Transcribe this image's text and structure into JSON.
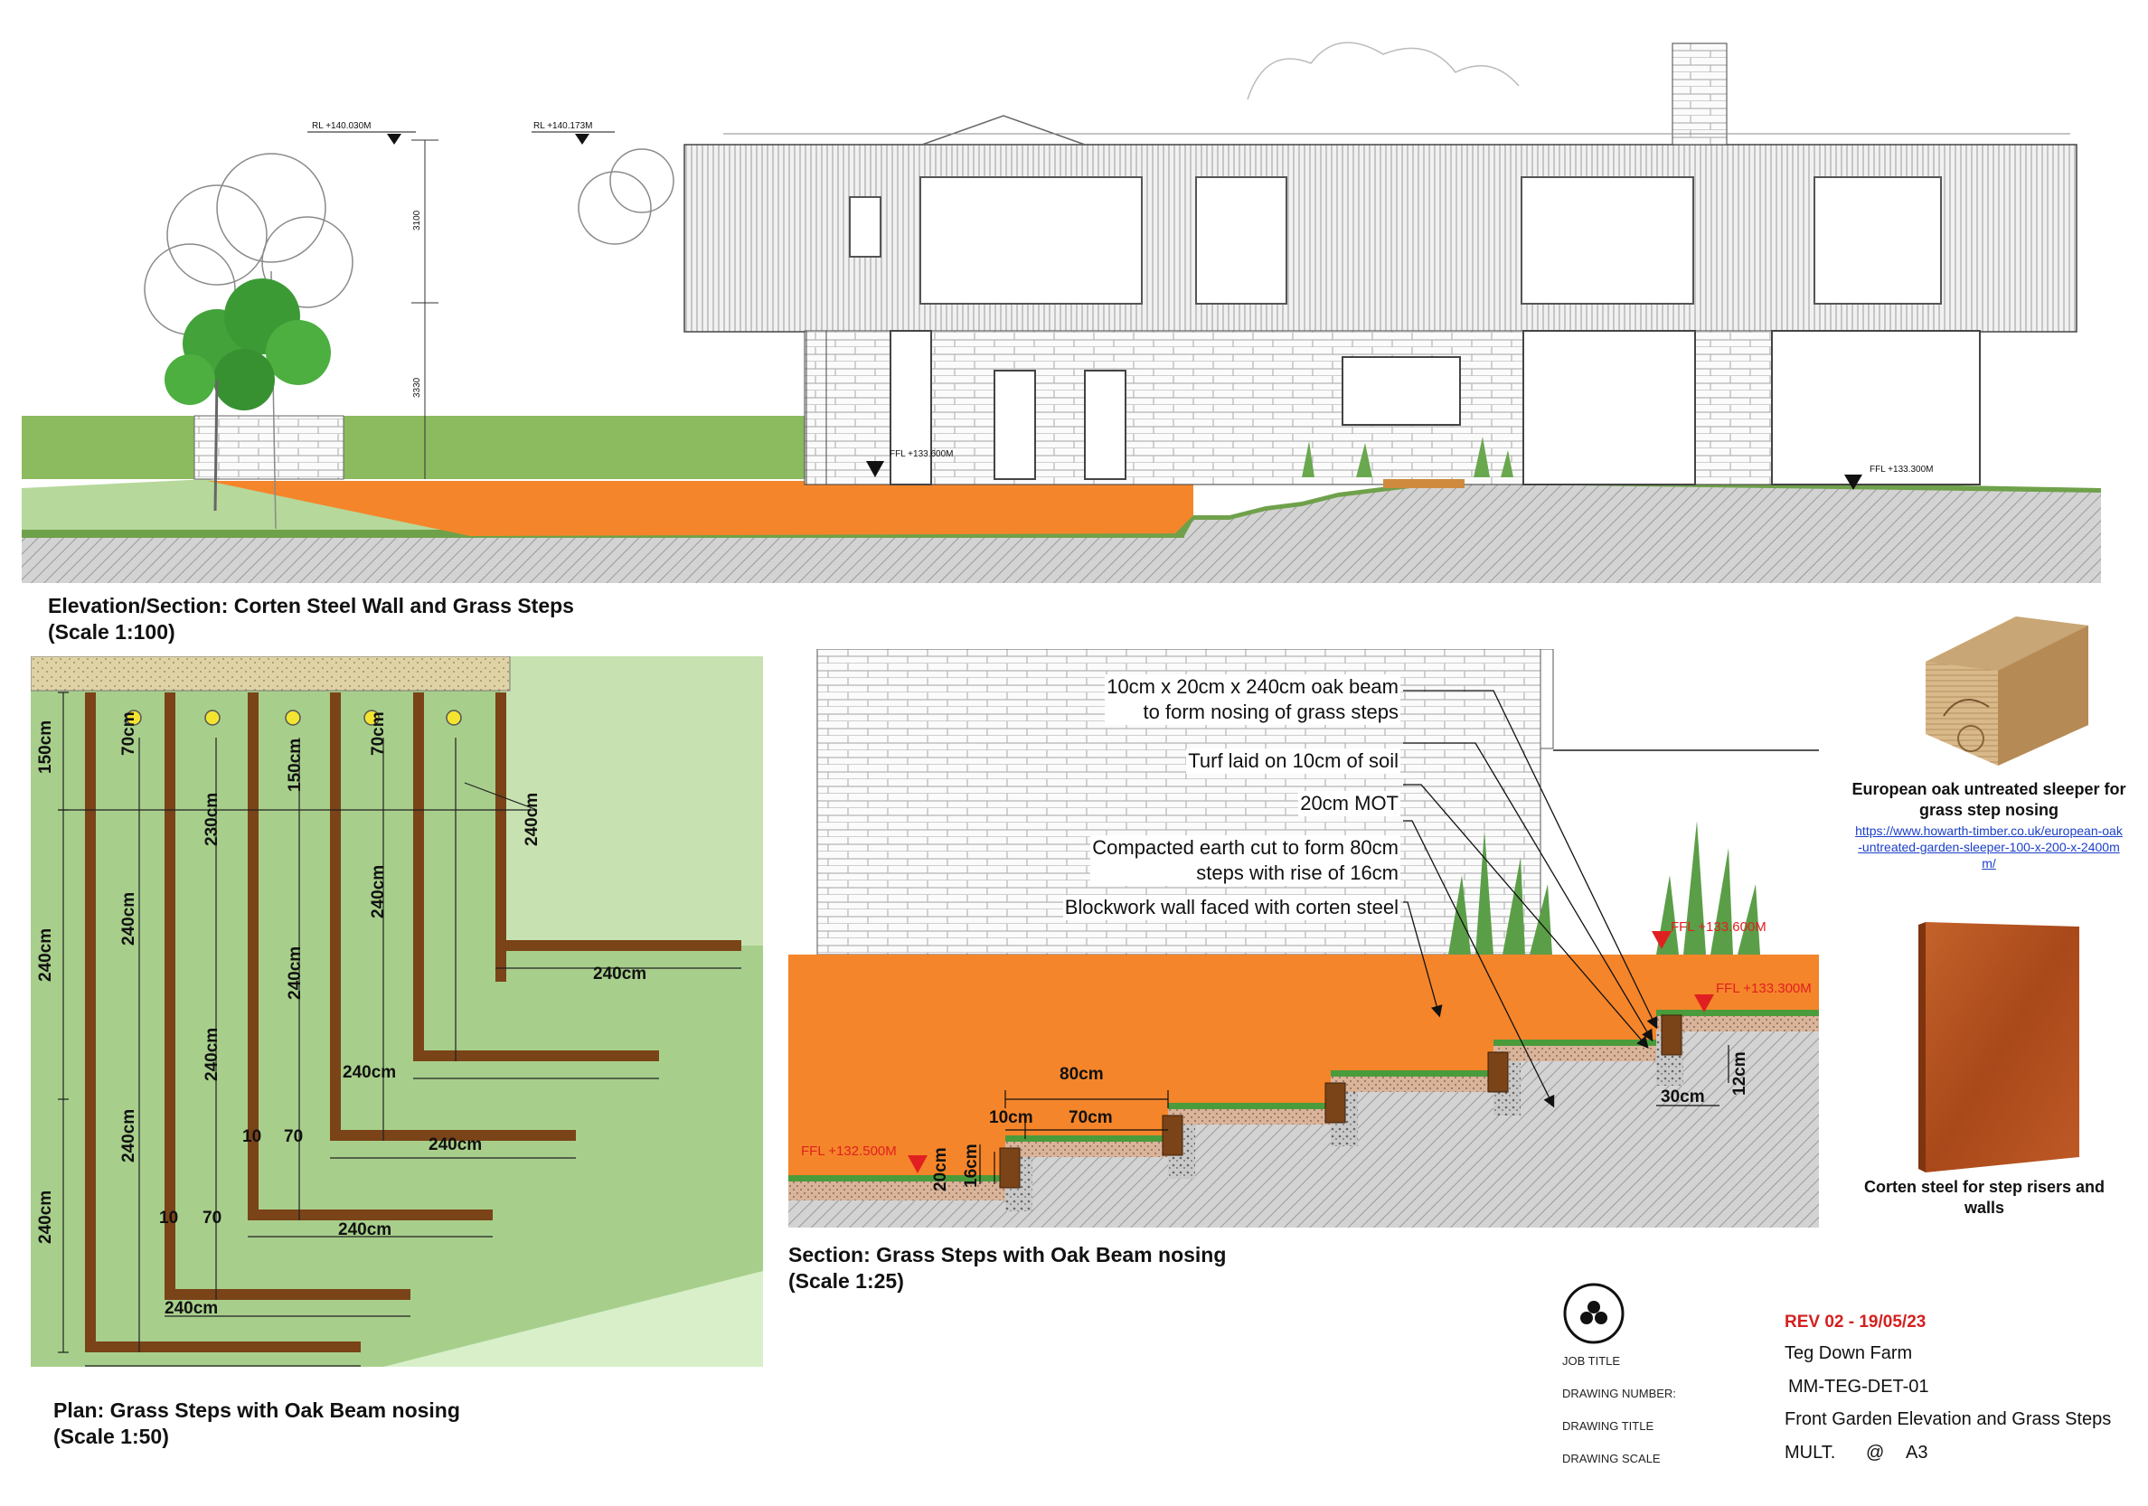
{
  "elevation": {
    "caption_title": "Elevation/Section: Corten Steel Wall and Grass Steps",
    "caption_scale": "(Scale 1:100)",
    "levels": [
      "RL +140.030M",
      "RL +140.173M",
      "FFL +133.600M",
      "FFL +133.300M"
    ],
    "dims": [
      "3100",
      "3330"
    ]
  },
  "plan": {
    "caption_title": "Plan: Grass Steps with Oak Beam nosing",
    "caption_scale": "(Scale 1:50)",
    "dims": [
      "150cm",
      "240cm",
      "240cm",
      "70cm",
      "230cm",
      "240cm",
      "240cm",
      "150cm",
      "240cm",
      "240cm",
      "70cm",
      "240cm",
      "240cm",
      "240cm",
      "240cm",
      "240cm",
      "240cm",
      "240cm",
      "10",
      "70",
      "10",
      "70",
      "240cm"
    ]
  },
  "section": {
    "caption_title": "Section: Grass Steps with Oak Beam nosing",
    "caption_scale": "(Scale 1:25)",
    "callouts": [
      {
        "line1": "10cm x 20cm x 240cm oak beam",
        "line2": "to form nosing of grass steps"
      },
      {
        "line1": "Turf laid on 10cm of soil"
      },
      {
        "line1": "20cm MOT"
      },
      {
        "line1": "Compacted earth cut to form 80cm",
        "line2": "steps with rise of 16cm"
      },
      {
        "line1": "Blockwork wall faced with corten steel"
      }
    ],
    "levels": [
      "FFL +133.600M",
      "FFL +133.300M",
      "FFL +132.500M"
    ],
    "dims": [
      "80cm",
      "10cm",
      "70cm",
      "20cm",
      "16cm",
      "30cm",
      "12cm"
    ]
  },
  "materials": {
    "oak_caption": "European oak untreated sleeper for grass step nosing",
    "oak_link": "https://www.howarth-timber.co.uk/european-oak-untreated-garden-sleeper-100-x-200-x-2400mm/",
    "corten_caption": "Corten steel for step risers and walls"
  },
  "title_block": {
    "revision": "REV 02 - 19/05/23",
    "job_title_label": "JOB TITLE",
    "job_title": "Teg Down Farm",
    "drawing_number_label": "DRAWING NUMBER:",
    "drawing_number": "MM-TEG-DET-01",
    "drawing_title_label": "DRAWING TITLE",
    "drawing_title": "Front Garden Elevation and Grass Steps",
    "drawing_scale_label": "DRAWING SCALE",
    "drawing_scale": "MULT.",
    "at": "@",
    "paper": "A3"
  },
  "colors": {
    "orange": "#f5852a",
    "grass": "#8cba5e",
    "plan_green": "#a7cf8b",
    "oak": "#7a4318",
    "corten": "#b5511d",
    "revision_red": "#d42020"
  }
}
